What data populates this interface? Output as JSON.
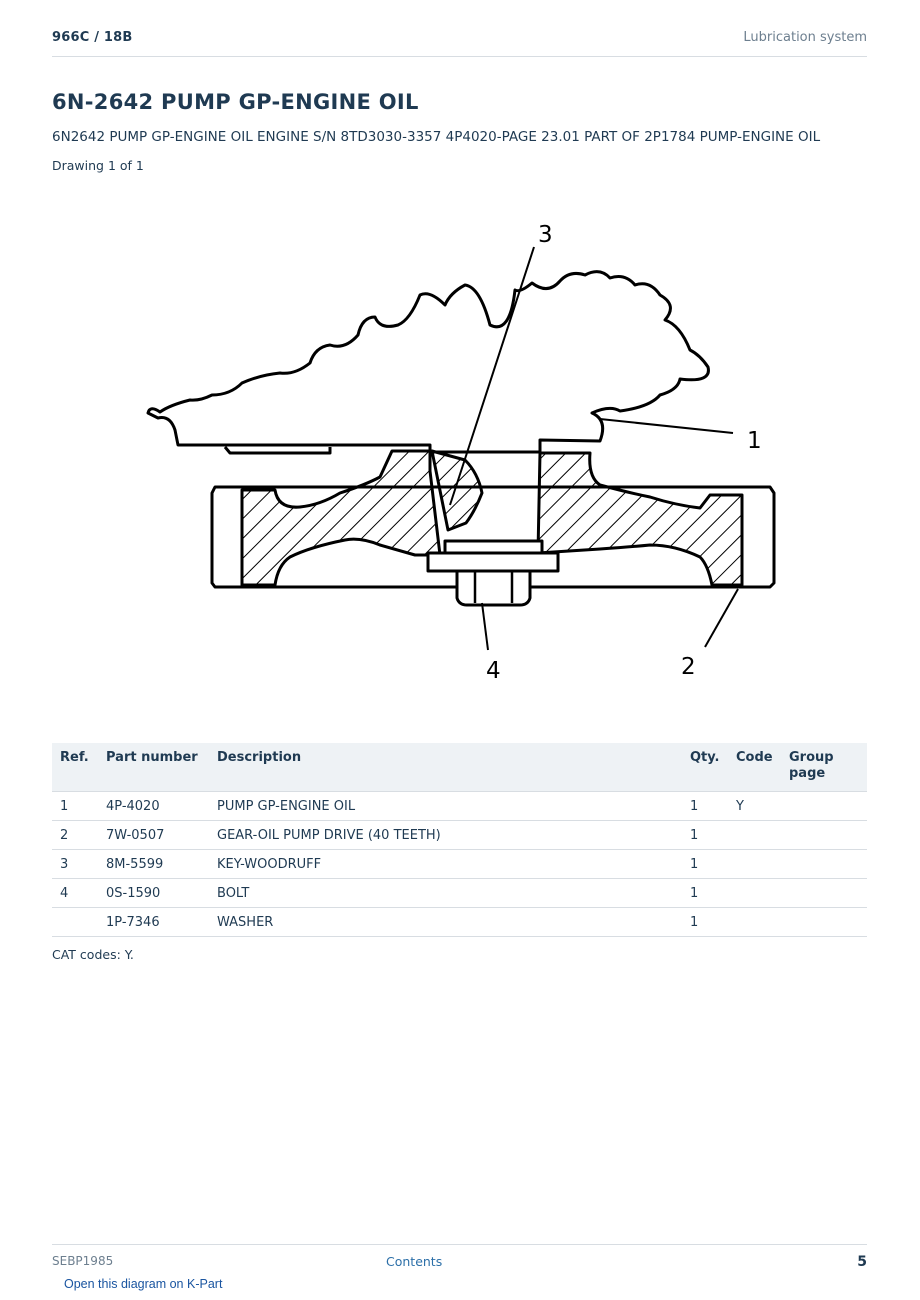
{
  "header": {
    "model": "966C  /  18B",
    "section": "Lubrication system"
  },
  "title": "6N-2642 PUMP GP-ENGINE OIL",
  "subtitle": "6N2642 PUMP GP-ENGINE OIL ENGINE S/N 8TD3030-3357 4P4020-PAGE 23.01 PART OF 2P1784 PUMP-ENGINE OIL",
  "drawing_count": "Drawing 1 of 1",
  "diagram": {
    "callouts": [
      "1",
      "2",
      "3",
      "4"
    ]
  },
  "table": {
    "headers": {
      "ref": "Ref.",
      "part_number": "Part number",
      "description": "Description",
      "qty": "Qty.",
      "code": "Code",
      "group_page": "Group page"
    },
    "rows": [
      {
        "ref": "1",
        "part_number": "4P-4020",
        "description": "PUMP GP-ENGINE OIL",
        "qty": "1",
        "code": "Y",
        "group_page": ""
      },
      {
        "ref": "2",
        "part_number": "7W-0507",
        "description": "GEAR-OIL PUMP DRIVE (40 TEETH)",
        "qty": "1",
        "code": "",
        "group_page": ""
      },
      {
        "ref": "3",
        "part_number": "8M-5599",
        "description": "KEY-WOODRUFF",
        "qty": "1",
        "code": "",
        "group_page": ""
      },
      {
        "ref": "4",
        "part_number": "0S-1590",
        "description": "BOLT",
        "qty": "1",
        "code": "",
        "group_page": ""
      },
      {
        "ref": "",
        "part_number": "1P-7346",
        "description": "WASHER",
        "qty": "1",
        "code": "",
        "group_page": ""
      }
    ]
  },
  "cat_codes": "CAT codes: Y.",
  "footer": {
    "doc_id": "SEBP1985",
    "contents_link": "Contents",
    "page_number": "5"
  },
  "kpart_link": "Open this diagram on K-Part"
}
